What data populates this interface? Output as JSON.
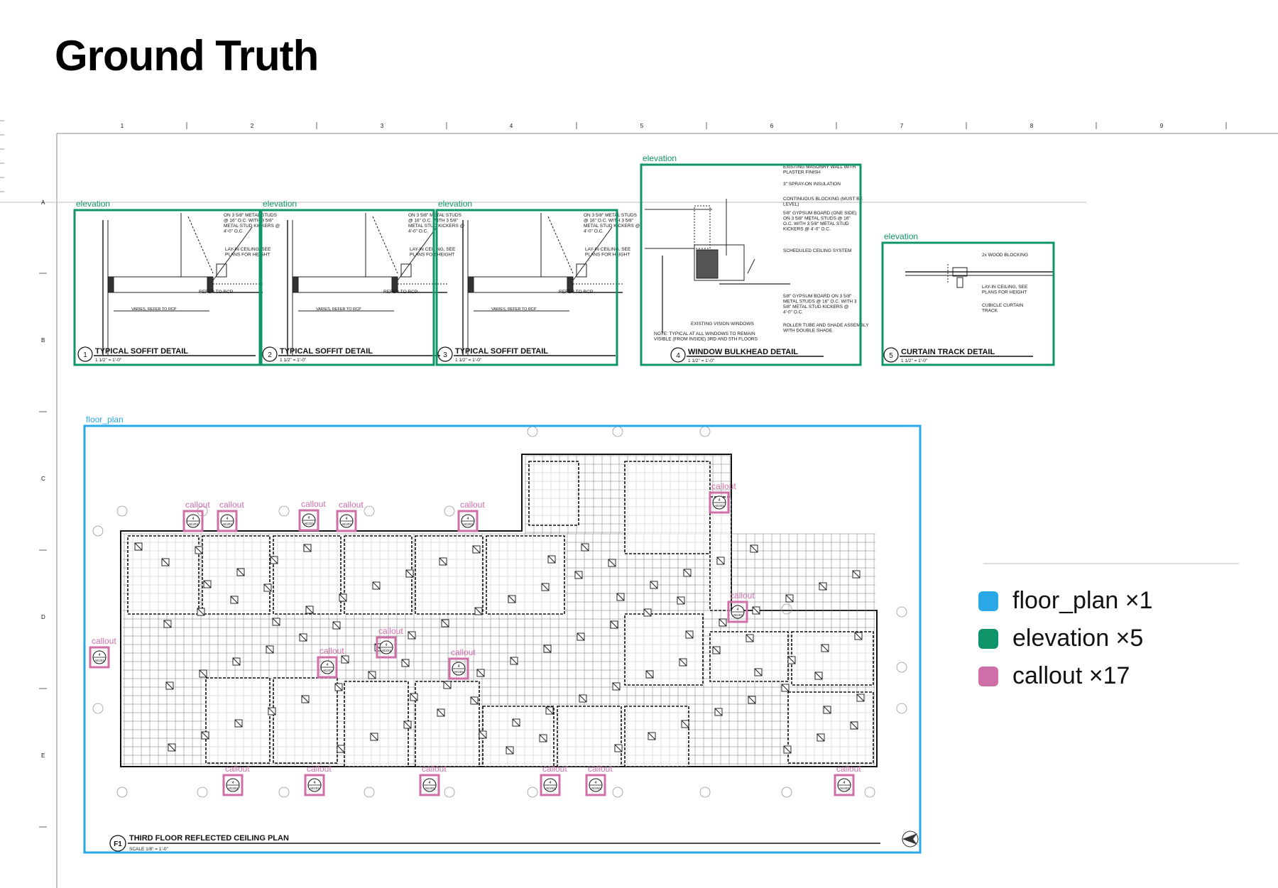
{
  "page_title": "Ground Truth",
  "grid_columns": [
    "1",
    "2",
    "3",
    "4",
    "5",
    "6",
    "7",
    "8",
    "9"
  ],
  "grid_rows": [
    "A",
    "B",
    "C",
    "D",
    "E"
  ],
  "colors": {
    "floor_plan": "#2aa7e6",
    "elevation": "#10956a",
    "callout": "#cf6fa8"
  },
  "annotations": {
    "elevation_label": "elevation",
    "floor_plan_label": "floor_plan",
    "callout_label": "callout"
  },
  "details": [
    {
      "number": "1",
      "title": "TYPICAL SOFFIT DETAIL",
      "scale": "1 1/2\" = 1'-0\""
    },
    {
      "number": "2",
      "title": "TYPICAL SOFFIT DETAIL",
      "scale": "1 1/2\" = 1'-0\""
    },
    {
      "number": "3",
      "title": "TYPICAL SOFFIT DETAIL",
      "scale": "1 1/2\" = 1'-0\""
    },
    {
      "number": "4",
      "title": "WINDOW BULKHEAD DETAIL",
      "scale": "1 1/2\" = 1'-0\""
    },
    {
      "number": "5",
      "title": "CURTAIN TRACK DETAIL",
      "scale": "1 1/2\" = 1'-0\""
    }
  ],
  "detail_notes": {
    "studs": "ON 3 5/8\" METAL STUDS @ 16\" O.C. WITH 3 5/8\" METAL STUD KICKERS @ 4'-0\" O.C.",
    "lay_in": "LAY-IN CEILING, SEE PLANS FOR HEIGHT",
    "refer": "REFER TO RCP",
    "varies": "VARIES, REFER TO RCP",
    "masonry": "EXISTING MASONRY WALL WITH PLASTER FINISH",
    "spray": "3\" SPRAY-ON INSULATION",
    "blocking": "CONTINUOUS BLOCKING (MUST BE LEVEL)",
    "gypsum_one_side": "5/8\" GYPSUM BOARD (ONE SIDE) ON 3 5/8\" METAL STUDS @ 16\" O.C. WITH 3 5/8\" METAL STUD KICKERS @ 4'-0\" O.C.",
    "ceiling_system": "SCHEDULED CEILING SYSTEM",
    "gypsum": "5/8\" GYPSUM BOARD ON 3 5/8\" METAL STUDS @ 16\" O.C. WITH 3 5/8\" METAL STUD KICKERS @ 4'-0\" O.C.",
    "roller": "ROLLER TUBE AND SHADE ASSEMBLY WITH DOUBLE SHADE",
    "vision": "EXISTING VISION WINDOWS",
    "typical": "NOTE: TYPICAL AT ALL WINDOWS TO REMAIN VISIBLE (FROM INSIDE) 3RD AND 5TH FLOORS",
    "wood": "2x WOOD BLOCKING",
    "cubicle": "CUBICLE CURTAIN TRACK"
  },
  "floor_plan": {
    "tag": "F1",
    "title": "THIRD FLOOR REFLECTED CEILING PLAN",
    "scale": "SCALE 1/8\" = 1'-0\"",
    "callout_code": "AE203",
    "callout_number": "4"
  },
  "legend": [
    {
      "key": "floor_plan",
      "label": "floor_plan ×1"
    },
    {
      "key": "elevation",
      "label": "elevation ×5"
    },
    {
      "key": "callout",
      "label": "callout ×17"
    }
  ]
}
